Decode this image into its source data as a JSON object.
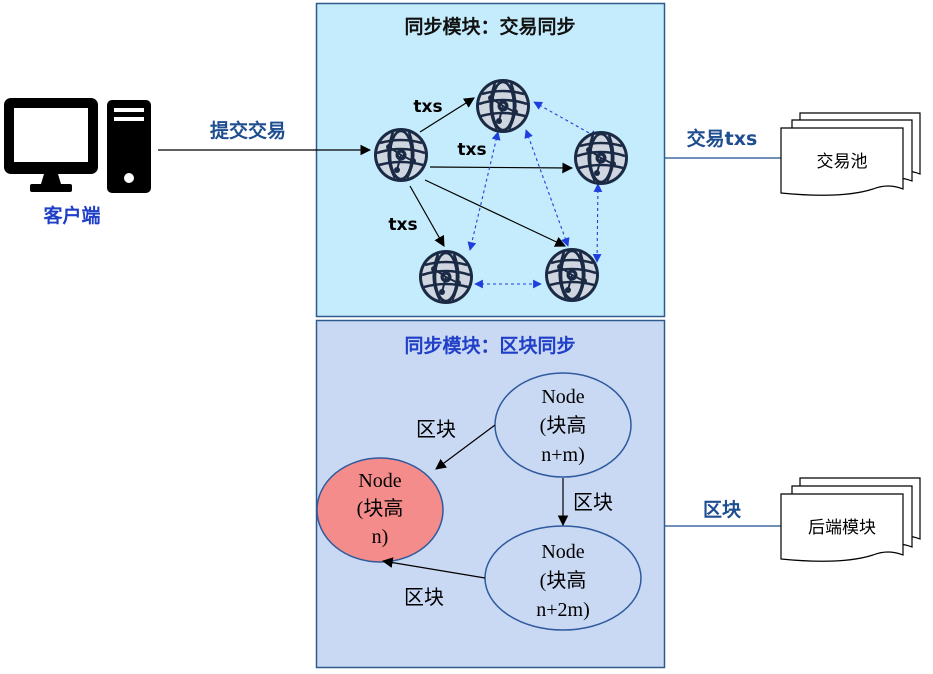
{
  "colors": {
    "tx_panel_fill": "#c5ecfc",
    "block_panel_fill": "#cad9f3",
    "panel_stroke": "#2e5a8e",
    "accent_blue": "#1f3fc8",
    "label_blue": "#1f4e90",
    "node_stroke": "#2e5a9e",
    "node_fill": "#cad9f3",
    "target_node_fill": "#f48c8c",
    "dashed_blue": "#1f3fdc"
  },
  "client": {
    "icon": "desktop-computer-icon",
    "label": "客户端",
    "submit_label": "提交交易"
  },
  "tx_sync": {
    "title": "同步模块：交易同步",
    "node_icon": "network-globe-icon",
    "edge_labels": [
      "txs",
      "txs",
      "txs"
    ],
    "output_label": "交易txs",
    "pool_label": "交易池"
  },
  "block_sync": {
    "title": "同步模块：区块同步",
    "nodes": [
      {
        "lines": [
          "Node",
          "(块高",
          "n)"
        ]
      },
      {
        "lines": [
          "Node",
          "(块高",
          "n+m)"
        ]
      },
      {
        "lines": [
          "Node",
          "(块高",
          "n+2m)"
        ]
      }
    ],
    "edge_labels": [
      "区块",
      "区块",
      "区块"
    ],
    "output_label": "区块",
    "backend_label": "后端模块"
  }
}
